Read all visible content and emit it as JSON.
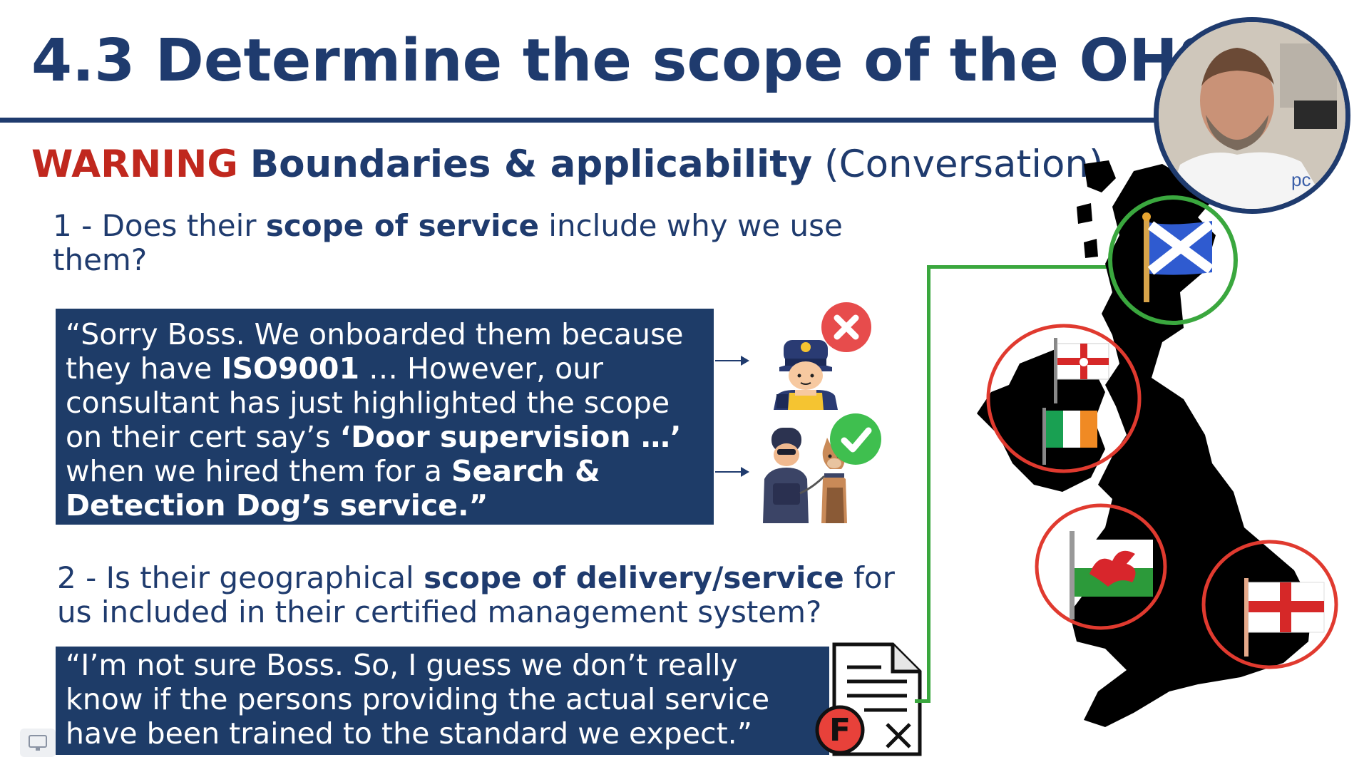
{
  "slide": {
    "title": "4.3 Determine the scope of the OHSMS",
    "subtitle": {
      "warning": "WARNING",
      "heading": "Boundaries & applicability",
      "note": "(Conversation)"
    },
    "question1": {
      "prefix": "1 - Does their ",
      "bold": "scope of service",
      "suffix": " include why we use them?"
    },
    "quote1": {
      "p1": "“Sorry Boss. We onboarded them because they have ",
      "b1": "ISO9001",
      "p2": " … However, our consultant has just highlighted the scope on their cert say’s ",
      "b2": "‘Door supervision …’",
      "p3": " when we hired them for a ",
      "b3": "Search & Detection Dog’s service.”"
    },
    "question2": {
      "prefix": "2 - Is their geographical ",
      "bold": "scope of delivery/service",
      "suffix": " for us included in their certified management system?"
    },
    "quote2": {
      "text": "“I’m not sure Boss. So, I guess we don’t really know if the persons providing the actual service have been trained to the standard we expect.”"
    },
    "document_badge": "F",
    "icons": {
      "guard": "security-guard-icon",
      "guard_status": "red-cross-icon",
      "dog_handler": "dog-handler-icon",
      "dog_status": "green-check-icon",
      "document": "failed-document-icon",
      "scotland": "scotland-flag-icon",
      "ireland": "ireland-northern-ireland-flags-icon",
      "wales": "wales-flag-icon",
      "england": "england-flag-icon"
    },
    "colors": {
      "navy": "#1f3b6e",
      "warning_red": "#c0281e",
      "ok_green": "#3aa73e"
    }
  }
}
